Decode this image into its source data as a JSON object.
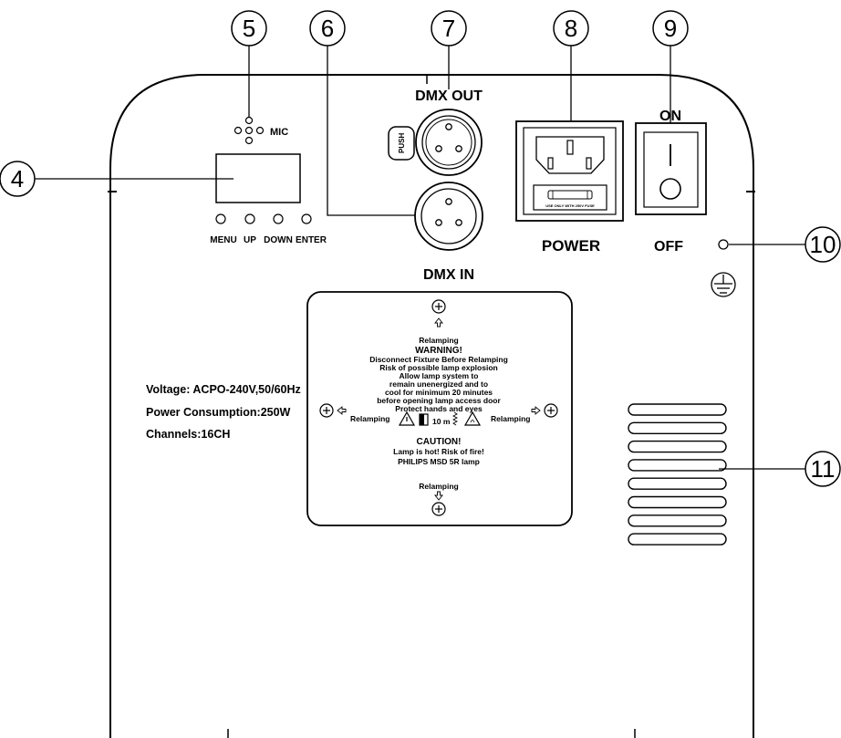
{
  "callouts": [
    "4",
    "5",
    "6",
    "7",
    "8",
    "9",
    "10",
    "11"
  ],
  "mic_label": "MIC",
  "buttons": [
    "MENU",
    "UP",
    "DOWN",
    "ENTER"
  ],
  "dmx_out_label": "DMX OUT",
  "dmx_in_label": "DMX IN",
  "push_label": "PUSH",
  "power_label": "POWER",
  "fuse_note": "USE ONLY WITH 250V FUSE",
  "switch": {
    "on_label": "ON",
    "off_label": "OFF"
  },
  "ground_icon": "earth-ground-icon",
  "specs": {
    "voltage": "Voltage: ACPO-240V,50/60Hz",
    "power_consumption": "Power Consumption:250W",
    "channels": "Channels:16CH"
  },
  "lamp_panel": {
    "top_label": "Relamping",
    "warning_title": "WARNING!",
    "warning_lines": [
      "Disconnect Fixture Before Relamping",
      "Risk of possible lamp explosion",
      "Allow lamp system to",
      "remain unenergized and to",
      "cool for minimum 20 minutes",
      "before opening lamp access door",
      "Protect hands and eyes"
    ],
    "left_label": "Relamping",
    "right_label": "Relamping",
    "distance_label": "10 m",
    "caution_title": "CAUTION!",
    "caution_lines": [
      "Lamp is hot! Risk of fire!",
      "PHILIPS MSD 5R lamp"
    ],
    "bottom_label": "Relamping"
  },
  "vent_slot_count": 8
}
